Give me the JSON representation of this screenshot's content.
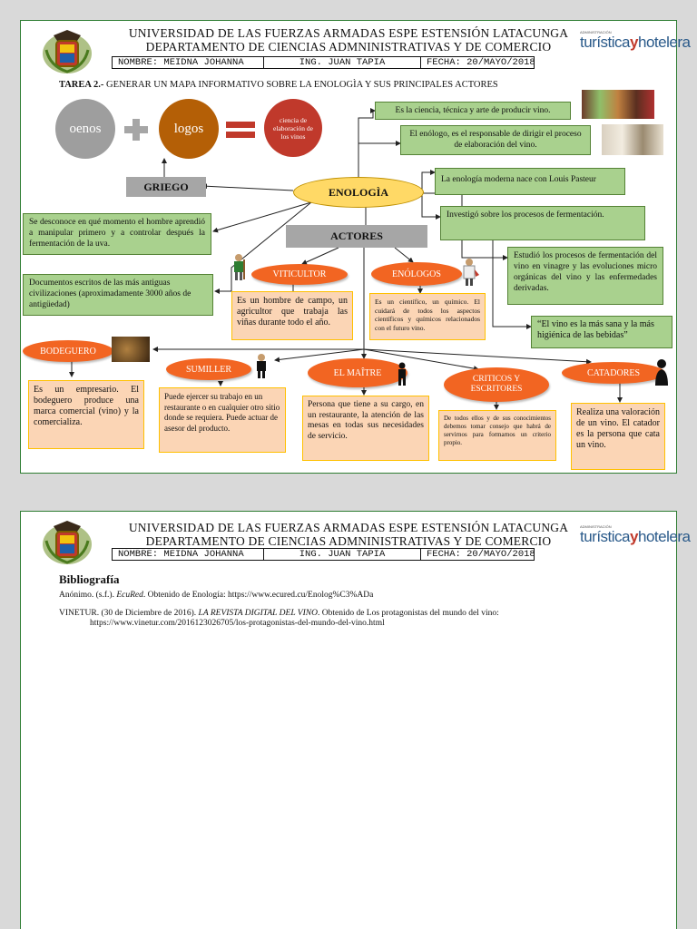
{
  "header": {
    "line1": "UNIVERSIDAD DE LAS FUERZAS ARMADAS ESPE ESTENSIÓN LATACUNGA",
    "line2": "DEPARTAMENTO DE CIENCIAS ADMNINISTRATIVAS Y DE COMERCIO",
    "nombre": "NOMBRE: MEIDNA JOHANNA",
    "ing": "ING. JUAN TAPIA",
    "fecha": "FECHA: 20/MAYO/2018",
    "logo_small": "ADMINISTRACIÓN",
    "logo_text_a": "turística",
    "logo_text_y": "y",
    "logo_text_b": "hotelera"
  },
  "page1": {
    "task_bold": "TAREA 2.-",
    "task_text": " GENERAR UN MAPA INFORMATIVO SOBRE LA ENOLOGÌA Y SUS PRINCIPALES ACTORES",
    "oenos": "oenos",
    "logos": "logos",
    "ciencia": "ciencia de elaboración de los vinos",
    "griego": "GRIEGO",
    "enologia": "ENOLOGÌA",
    "actores": "ACTORES",
    "box_ciencia": "Es la ciencia, técnica y arte de producir vino.",
    "box_enologo": "El enólogo, es el responsable de dirigir el proceso de elaboración del vino.",
    "box_pasteur": "La enología moderna nace con Louis Pasteur",
    "box_investigo": "Investigó sobre los procesos de fermentación.",
    "box_estudio": "Estudió los procesos de fermentación del vino en vinagre y las evoluciones micro orgánicas del vino y las enfermedades derivadas.",
    "box_quote": "“El vino es la más sana y la más higiénica de las bebidas”",
    "box_desconoce": "Se desconoce en qué momento el hombre aprendió a manipular primero y a controlar después la fermentación de la uva.",
    "box_documentos": "Documentos escritos de las más antiguas civilizaciones (aproximadamente 3000 años de antigüedad)",
    "viticultor": "VITICULTOR",
    "viticultor_desc": "Es un hombre de campo, un agricultor que trabaja las viñas durante todo el año.",
    "enologos": "ENÓLOGOS",
    "enologos_desc": "Es un científico, un químico. El cuidará de todos los aspectos científicos y químicos relacionados con el futuro vino.",
    "bodeguero": "BODEGUERO",
    "bodeguero_desc": "Es un empresario. El bodeguero produce una marca comercial (vino) y la comercializa.",
    "sumiller": "SUMILLER",
    "sumiller_desc": "Puede ejercer su trabajo en un restaurante o en cualquier otro sitio donde se requiera. Puede actuar de asesor del producto.",
    "maitre": "EL MAÎTRE",
    "maitre_desc": "Persona que tiene a su cargo, en un restaurante, la atención de las mesas en todas sus necesidades de servicio.",
    "criticos": "CRITICOS Y ESCRITORES",
    "criticos_desc": "De todos ellos y de sus conocimientos debemos tomar consejo que habrá de servirnos para formarnos un criterio propio.",
    "catadores": "CATADORES",
    "catadores_desc": "Realiza una valoración de un vino. El catador es la persona que cata un vino."
  },
  "page2": {
    "biblio_title": "Bibliografía",
    "ref1_pre": "Anónimo. (s.f.). ",
    "ref1_it": "EcuRed",
    "ref1_post": ". Obtenido de Enología: https://www.ecured.cu/Enolog%C3%ADa",
    "ref2_pre": "VINETUR. (30 de Diciembre de 2016). ",
    "ref2_it": "LA REVISTA DIGITAL DEL VINO",
    "ref2_post": ". Obtenido de Los protagonistas del mundo del vino:",
    "ref2_url": "https://www.vinetur.com/2016123026705/los-protagonistas-del-mundo-del-vino.html"
  },
  "colors": {
    "green_fill": "#a9d18e",
    "peach_fill": "#fbd5b5",
    "orange": "#f26522",
    "oenos_grey": "#9e9e9e",
    "logos_brown": "#b45f06",
    "ciencia_red": "#c0392b",
    "enologia_yellow": "#ffd966",
    "border_green": "#2e7d32"
  }
}
